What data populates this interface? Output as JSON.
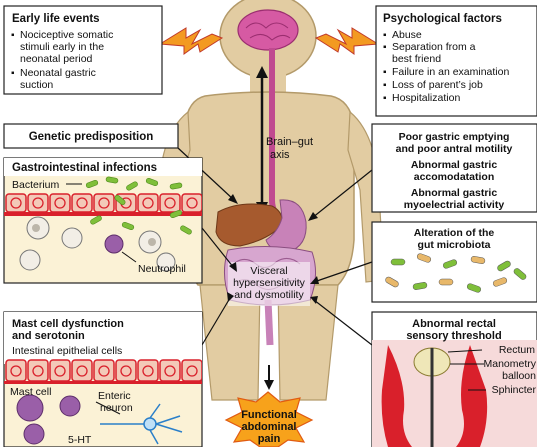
{
  "colors": {
    "body": "#e2cca2",
    "body_outline": "#b39a6a",
    "box_border": "#222222",
    "lightning": "#f39a21",
    "lightning_outline": "#c0392b",
    "burst": "#f7a21b",
    "brain": "#d65aa3",
    "organ": "#c882b8",
    "liver": "#a65a2e",
    "intestine_wall": "#d9202b",
    "villus": "#f3c9b8",
    "panel_bg": "#fbf2d6",
    "bacterium": "#7fbf3a"
  },
  "early_life": {
    "title": "Early life events",
    "items": [
      [
        "Nociceptive somatic",
        "stimuli early in the",
        "neonatal period"
      ],
      [
        "Neonatal gastric",
        "suction"
      ]
    ]
  },
  "psychological": {
    "title": "Psychological factors",
    "items": [
      [
        "Abuse"
      ],
      [
        "Separation from a",
        "best friend"
      ],
      [
        "Failure in an examination"
      ],
      [
        "Loss of parent’s job"
      ],
      [
        "Hospitalization"
      ]
    ]
  },
  "genetic": {
    "title": "Genetic predisposition"
  },
  "gastric": {
    "line1": "Poor gastric emptying",
    "line2": "and poor antral motility",
    "line3": "Abnormal gastric",
    "line4": "accomodatation",
    "line5": "Abnormal gastric",
    "line6": "myoelectrial activity"
  },
  "infections": {
    "title": "Gastrointestinal infections",
    "bacterium_label": "Bacterium",
    "neutrophil_label": "Neutrophil"
  },
  "microbiota": {
    "line1": "Alteration of the",
    "line2": "gut microbiota"
  },
  "brain_gut": {
    "line1": "Brain–gut",
    "line2": "axis"
  },
  "visceral": {
    "line1": "Visceral",
    "line2": "hypersensitivity",
    "line3": "and dysmotility"
  },
  "mast": {
    "line1": "Mast cell dysfunction",
    "line2": "and serotonin",
    "epithelial_label": "Intestinal epithelial cells",
    "mast_cell_label": "Mast cell",
    "enteric_label1": "Enteric",
    "enteric_label2": "neuron",
    "serotonin_label": "5-HT"
  },
  "rectal": {
    "line1": "Abnormal rectal",
    "line2": "sensory threshold",
    "rectum_label": "Rectum",
    "manometry_label1": "Manometry",
    "manometry_label2": "balloon",
    "sphincter_label": "Sphincter"
  },
  "outcome": {
    "line1": "Functional",
    "line2": "abdominal",
    "line3": "pain"
  }
}
